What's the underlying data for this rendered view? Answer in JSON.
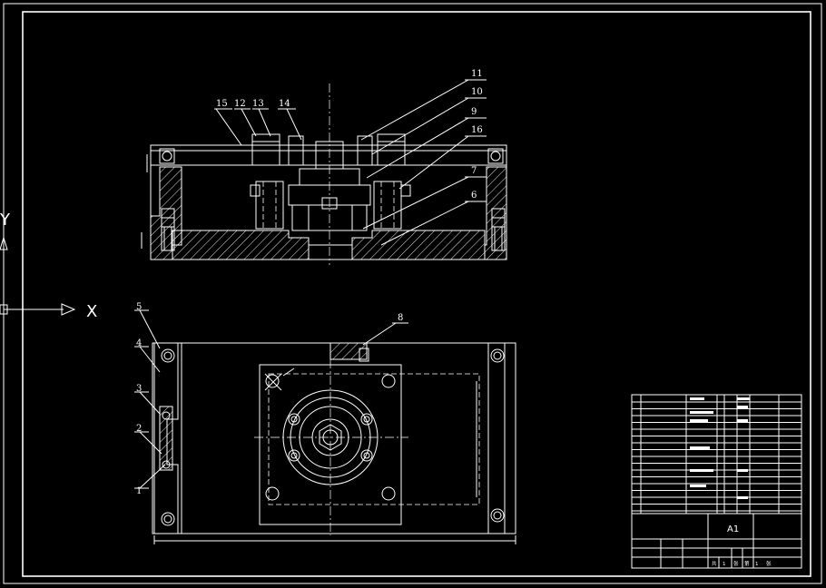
{
  "axes": {
    "x_label": "X",
    "y_label": "Y"
  },
  "part_labels": {
    "front": [
      "15",
      "12",
      "13",
      "14",
      "11",
      "10",
      "9",
      "16",
      "7",
      "6"
    ],
    "plan": [
      "5",
      "4",
      "3",
      "2",
      "1",
      "8"
    ]
  },
  "title_block": {
    "sheet_size": "A1",
    "pages": [
      "共",
      "1",
      "张",
      "第",
      "1",
      "张"
    ]
  },
  "colors": {
    "background": "#000000",
    "line": "#ffffff"
  }
}
